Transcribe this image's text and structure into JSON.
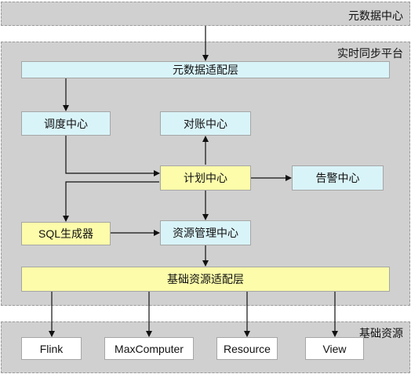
{
  "panels": {
    "meta_center": "元数据中心",
    "sync_platform": "实时同步平台",
    "base_resources": "基础资源"
  },
  "nodes": {
    "meta_adapter": "元数据适配层",
    "scheduler": "调度中心",
    "reconcile": "对账中心",
    "plan": "计划中心",
    "alert": "告警中心",
    "sql_gen": "SQL生成器",
    "resource_mgmt": "资源管理中心",
    "base_adapter": "基础资源适配层",
    "flink": "Flink",
    "maxcomputer": "MaxComputer",
    "resource": "Resource",
    "view": "View"
  },
  "colors": {
    "panel": "#d0d0d0",
    "cyan_node": "#d9f4f9",
    "yellow_node": "#fcfcaa",
    "white_node": "#ffffff",
    "edge": "#111111"
  }
}
